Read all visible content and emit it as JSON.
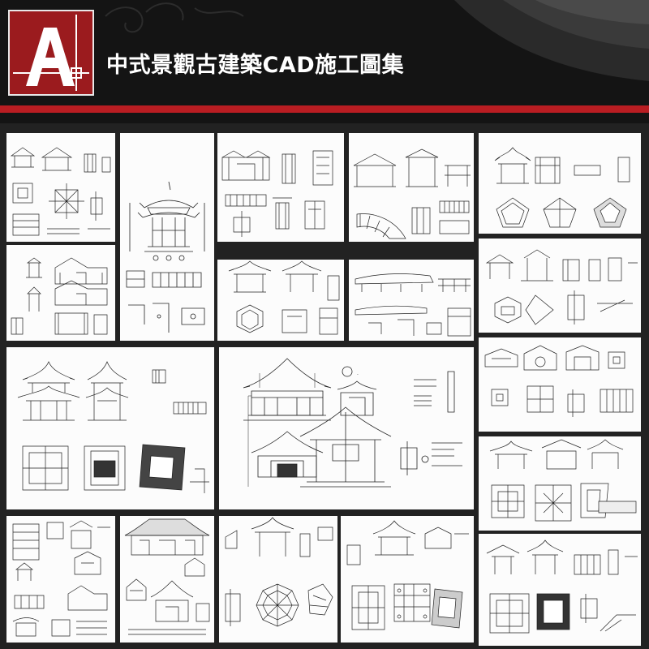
{
  "banner": {
    "title": "中式景觀古建築CAD施工圖集",
    "logo_letter": "A",
    "accent_color": "#b91d22",
    "logo_color": "#9b1b1e"
  },
  "panels": [
    {
      "id": "p1",
      "kind": "pavilion-set"
    },
    {
      "id": "p2",
      "kind": "hex-pavilion-elevation"
    },
    {
      "id": "p3",
      "kind": "gate-elevations"
    },
    {
      "id": "p4",
      "kind": "fan-pavilion"
    },
    {
      "id": "p5",
      "kind": "pentagon-pavilion"
    },
    {
      "id": "p6",
      "kind": "gate-towers"
    },
    {
      "id": "p7",
      "kind": "hex-pavilion-set"
    },
    {
      "id": "p8",
      "kind": "corridor"
    },
    {
      "id": "p9",
      "kind": "octagon-pavilion-set"
    },
    {
      "id": "p10",
      "kind": "double-eave-pavilion"
    },
    {
      "id": "p11",
      "kind": "hall-elevation-section"
    },
    {
      "id": "p12",
      "kind": "moon-gate-set"
    },
    {
      "id": "p13",
      "kind": "square-pavilion-set"
    },
    {
      "id": "p14",
      "kind": "courtyard-set"
    },
    {
      "id": "p15",
      "kind": "hall-complex"
    },
    {
      "id": "p16",
      "kind": "octagon-plan-set"
    },
    {
      "id": "p17",
      "kind": "pavilion-plan-set"
    },
    {
      "id": "p18",
      "kind": "pavilion-with-stair"
    }
  ]
}
